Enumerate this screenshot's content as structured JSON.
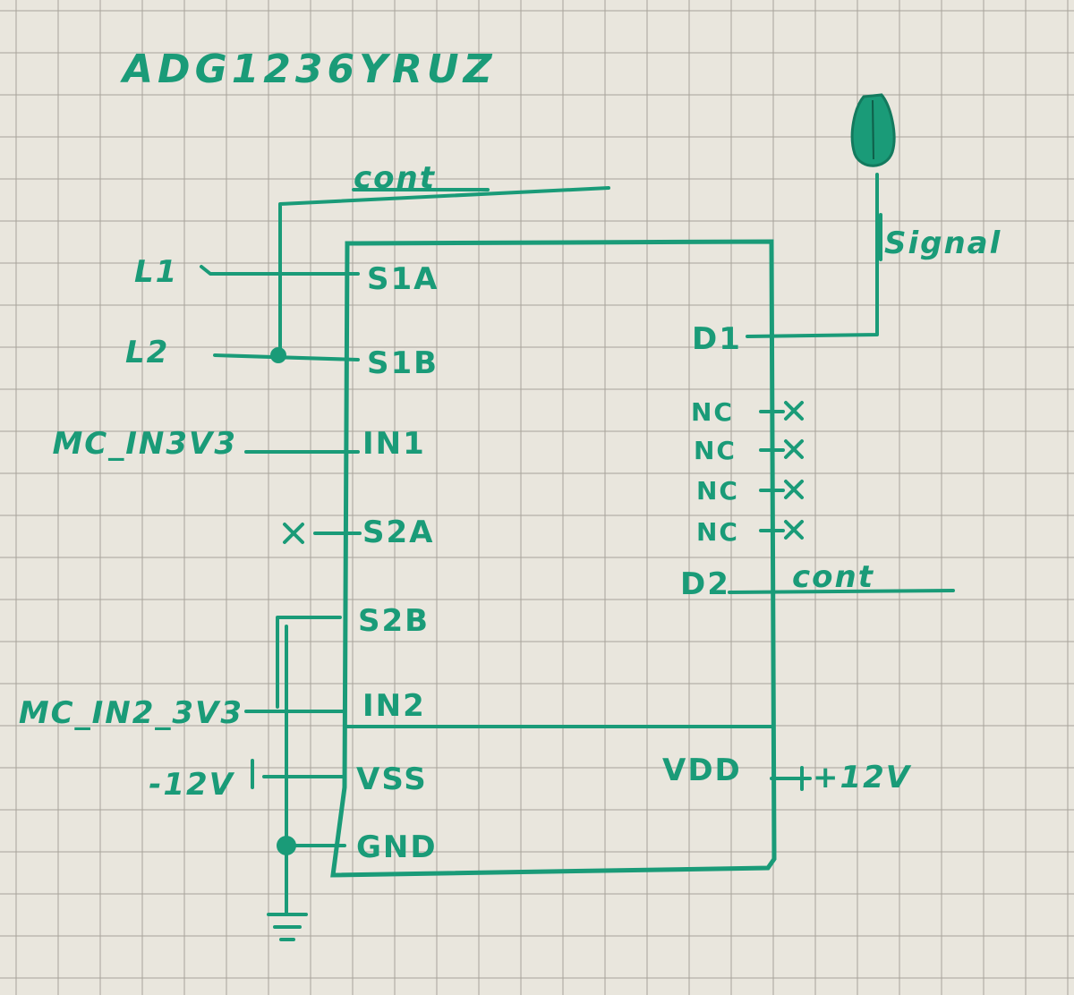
{
  "title": "ADG1236YRUZ",
  "left_pins": [
    "S1A",
    "S1B",
    "IN1",
    "S2A",
    "S2B",
    "IN2",
    "VSS",
    "GND"
  ],
  "right_pins": [
    "D1",
    "NC",
    "NC",
    "NC",
    "NC",
    "D2",
    "VDD"
  ],
  "nets": {
    "cont_top": "cont",
    "cont_right": "cont",
    "signal": "Signal",
    "l1": "L1",
    "l2": "L2",
    "in1": "MC_IN3V3",
    "in2": "MC_IN2_3V3",
    "vss": "-12V",
    "vdd": "+12V"
  },
  "colors": {
    "paper": "#e9e6dd",
    "grid": "#a7a39a",
    "ink": "#1a9b78"
  },
  "icons": [
    "ground-symbol",
    "probe-symbol",
    "no-connect-cross"
  ]
}
